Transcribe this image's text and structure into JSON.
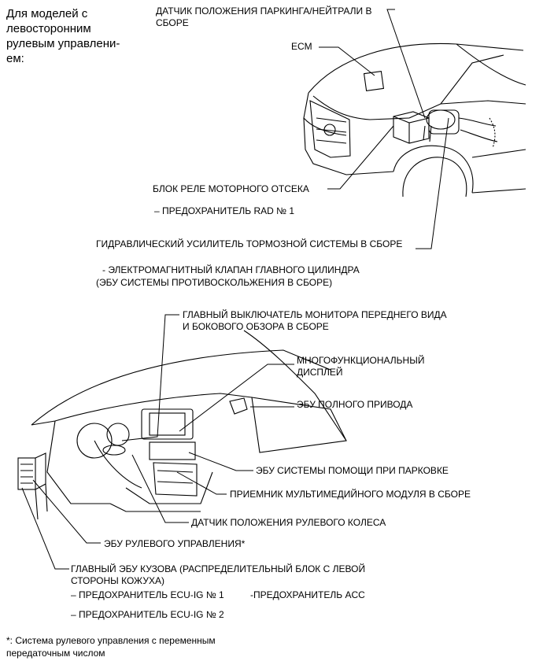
{
  "heading": "Для моделей с левосторонним рулевым управлени-ем:",
  "labels": {
    "park_sensor": "ДАТЧИК ПОЛОЖЕНИЯ ПАРКИНГА/НЕЙТРАЛИ В СБОРЕ",
    "ecm": "ECM",
    "engine_relay": "БЛОК РЕЛЕ МОТОРНОГО ОТСЕКА",
    "rad_fuse": "– ПРЕДОХРАНИТЕЛЬ RAD № 1",
    "brake_booster": "ГИДРАВЛИЧЕСКИЙ УСИЛИТЕЛЬ ТОРМОЗНОЙ СИСТЕМЫ В СБОРЕ",
    "brake_valve": "- ЭЛЕКТРОМАГНИТНЫЙ КЛАПАН ГЛАВНОГО ЦИЛИНДРА",
    "brake_ecu": "(ЭБУ СИСТЕМЫ ПРОТИВОСКОЛЬЖЕНИЯ В СБОРЕ)",
    "main_switch": "ГЛАВНЫЙ ВЫКЛЮЧАТЕЛЬ МОНИТОРА ПЕРЕДНЕГО ВИДА И БОКОВОГО ОБЗОРА В СБОРЕ",
    "display": "МНОГОФУНКЦИОНАЛЬНЫЙ ДИСПЛЕЙ",
    "awd_ecu": "ЭБУ ПОЛНОГО ПРИВОДА",
    "park_assist_ecu": "ЭБУ СИСТЕМЫ ПОМОЩИ ПРИ ПАРКОВКЕ",
    "multimedia": "ПРИЕМНИК МУЛЬТИМЕДИЙНОГО МОДУЛЯ В СБОРЕ",
    "steer_sensor": "ДАТЧИК ПОЛОЖЕНИЯ РУЛЕВОГО КОЛЕСА",
    "steer_ecu": "ЭБУ РУЛЕВОГО УПРАВЛЕНИЯ*",
    "body_ecu": "ГЛАВНЫЙ ЭБУ КУЗОВА (РАСПРЕДЕЛИТЕЛЬНЫЙ БЛОК С ЛЕВОЙ СТОРОНЫ КОЖУХА)",
    "fuse_ig1": "– ПРЕДОХРАНИТЕЛЬ ECU-IG № 1",
    "fuse_acc": "-ПРЕДОХРАНИТЕЛЬ ACC",
    "fuse_ig2": "– ПРЕДОХРАНИТЕЛЬ ECU-IG № 2"
  },
  "footnote": "*: Система рулевого управления с переменным передаточным числом"
}
